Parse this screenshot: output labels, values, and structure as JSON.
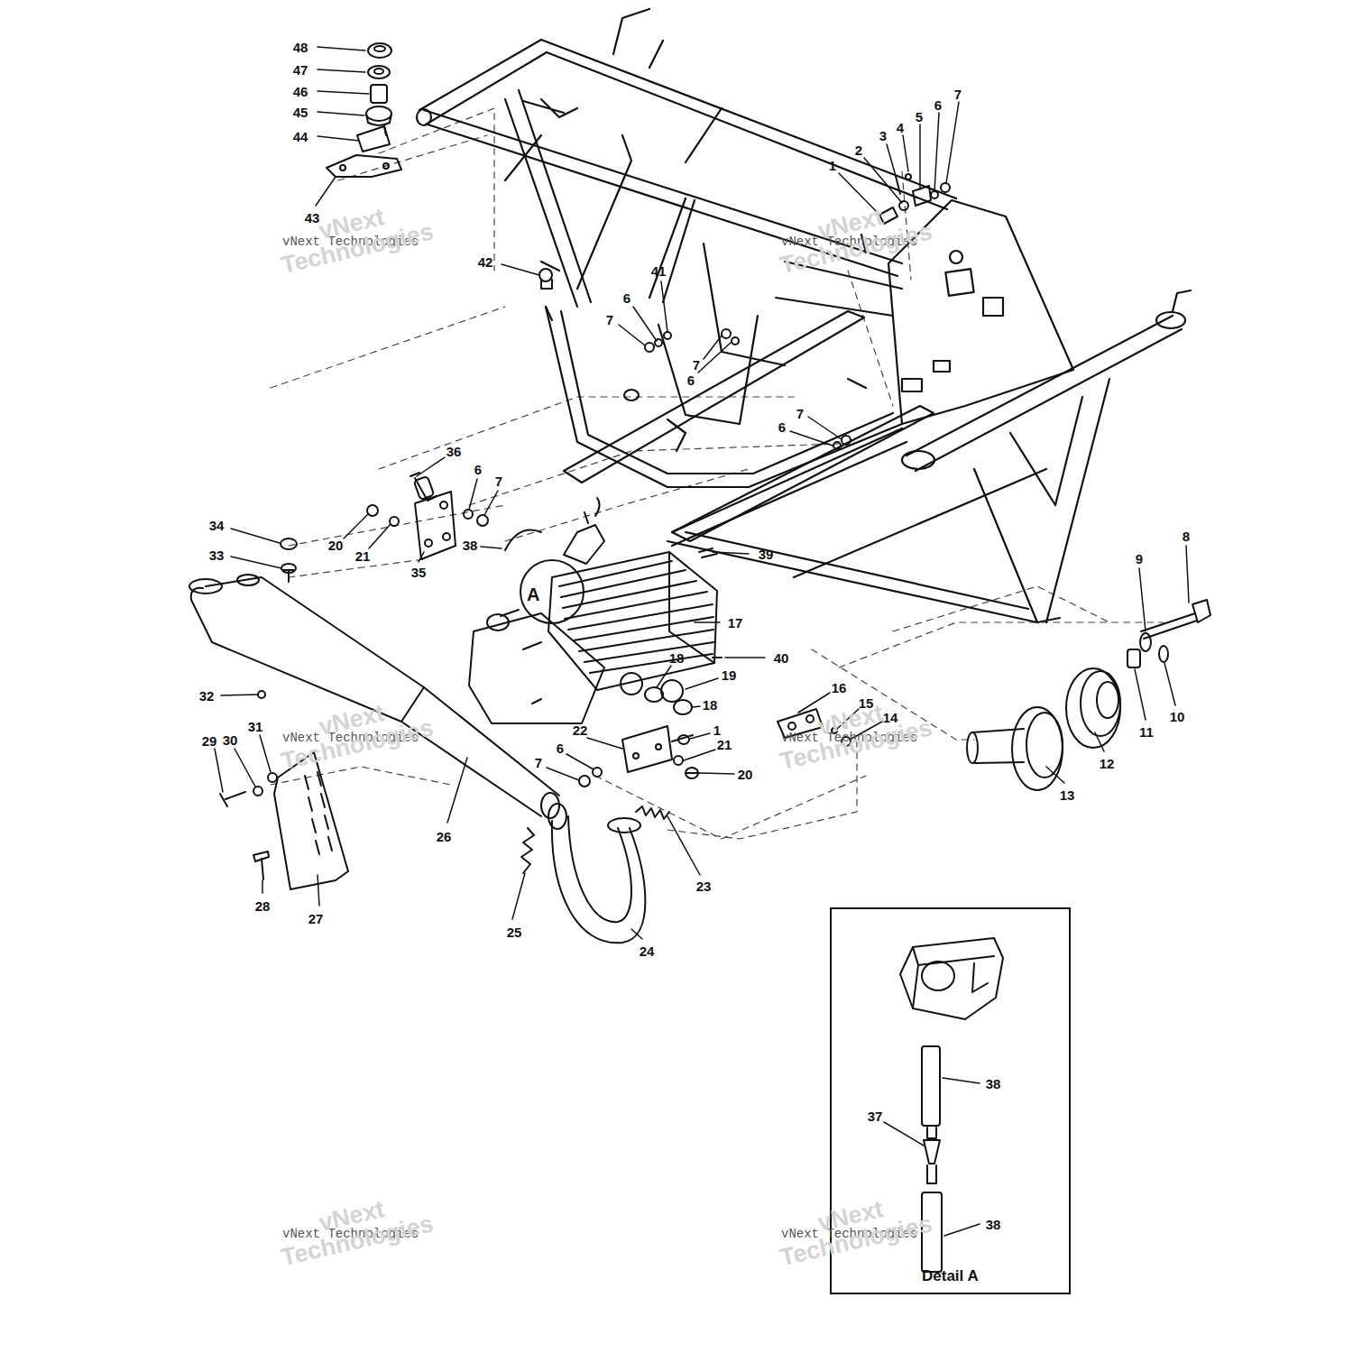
{
  "diagram": {
    "nodes": [
      {
        "text": [
          "Detail A"
        ]
      },
      {
        "text": [
          "A"
        ]
      }
    ],
    "labels": [
      "48",
      "47",
      "46",
      "45",
      "44",
      "43",
      "1",
      "2",
      "3",
      "4",
      "5",
      "6",
      "7",
      "42",
      "41",
      "6",
      "7",
      "7",
      "6",
      "7",
      "6",
      "36",
      "6",
      "7",
      "34",
      "33",
      "20",
      "21",
      "38",
      "39",
      "35",
      "8",
      "9",
      "17",
      "18",
      "40",
      "19",
      "16",
      "32",
      "18",
      "15",
      "10",
      "14",
      "31",
      "22",
      "1",
      "11",
      "29",
      "30",
      "21",
      "6",
      "7",
      "12",
      "20",
      "13",
      "26",
      "23",
      "28",
      "27",
      "25",
      "24",
      "38",
      "37",
      "38",
      "vNext Technologies",
      "vNext Technologies",
      "vNext Technologies",
      "vNext Technologies",
      "vNext Technologies",
      "vNext Technologies",
      "vNext Technologies",
      "vNext Technologies",
      "vNext Technologies",
      "vNext Technologies",
      "vNext Technologies",
      "vNext Technologies"
    ]
  }
}
